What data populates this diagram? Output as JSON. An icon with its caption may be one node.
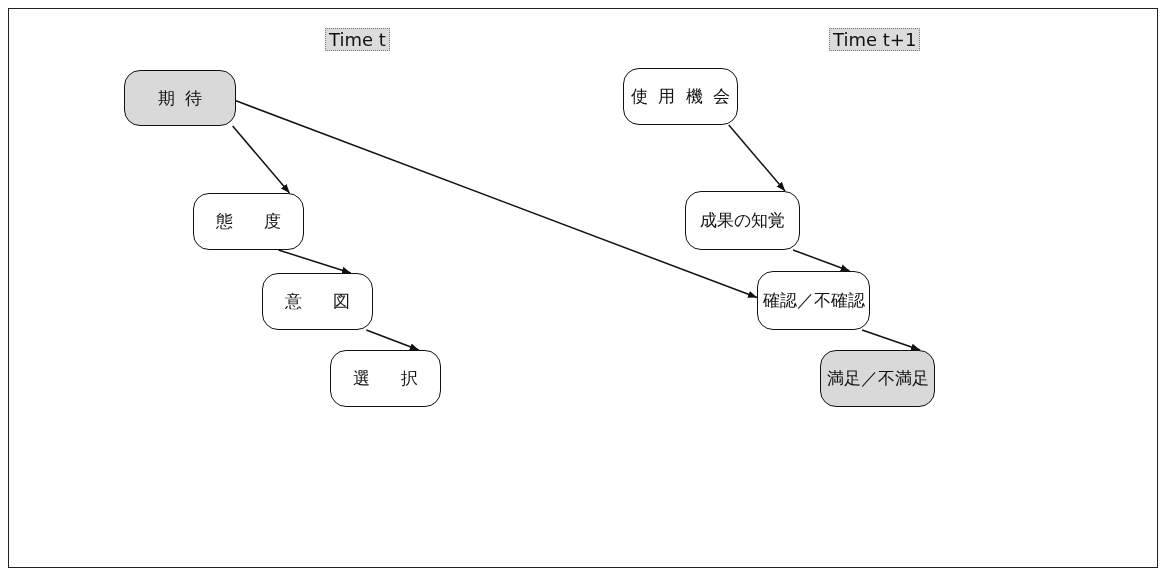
{
  "diagram": {
    "nodes": [
      {
        "text": [
          "期待"
        ]
      },
      {
        "text": [
          "態度"
        ]
      },
      {
        "text": [
          "意図"
        ]
      },
      {
        "text": [
          "選択"
        ]
      },
      {
        "text": [
          "使用機会"
        ]
      },
      {
        "text": [
          "成果の知覚"
        ]
      },
      {
        "text": [
          "確認／不確認"
        ]
      },
      {
        "text": [
          "満足／不満足"
        ]
      }
    ],
    "edges": [
      {
        "from": 0,
        "to": 1,
        "arrow": "to"
      },
      {
        "from": 1,
        "to": 2,
        "arrow": "to"
      },
      {
        "from": 2,
        "to": 3,
        "arrow": "to"
      },
      {
        "from": 0,
        "to": 6,
        "arrow": "to"
      },
      {
        "from": 4,
        "to": 5,
        "arrow": "to"
      },
      {
        "from": 5,
        "to": 6,
        "arrow": "to"
      },
      {
        "from": 6,
        "to": 7,
        "arrow": "to"
      }
    ],
    "labels": [
      "Time t",
      "Time t+1"
    ]
  }
}
